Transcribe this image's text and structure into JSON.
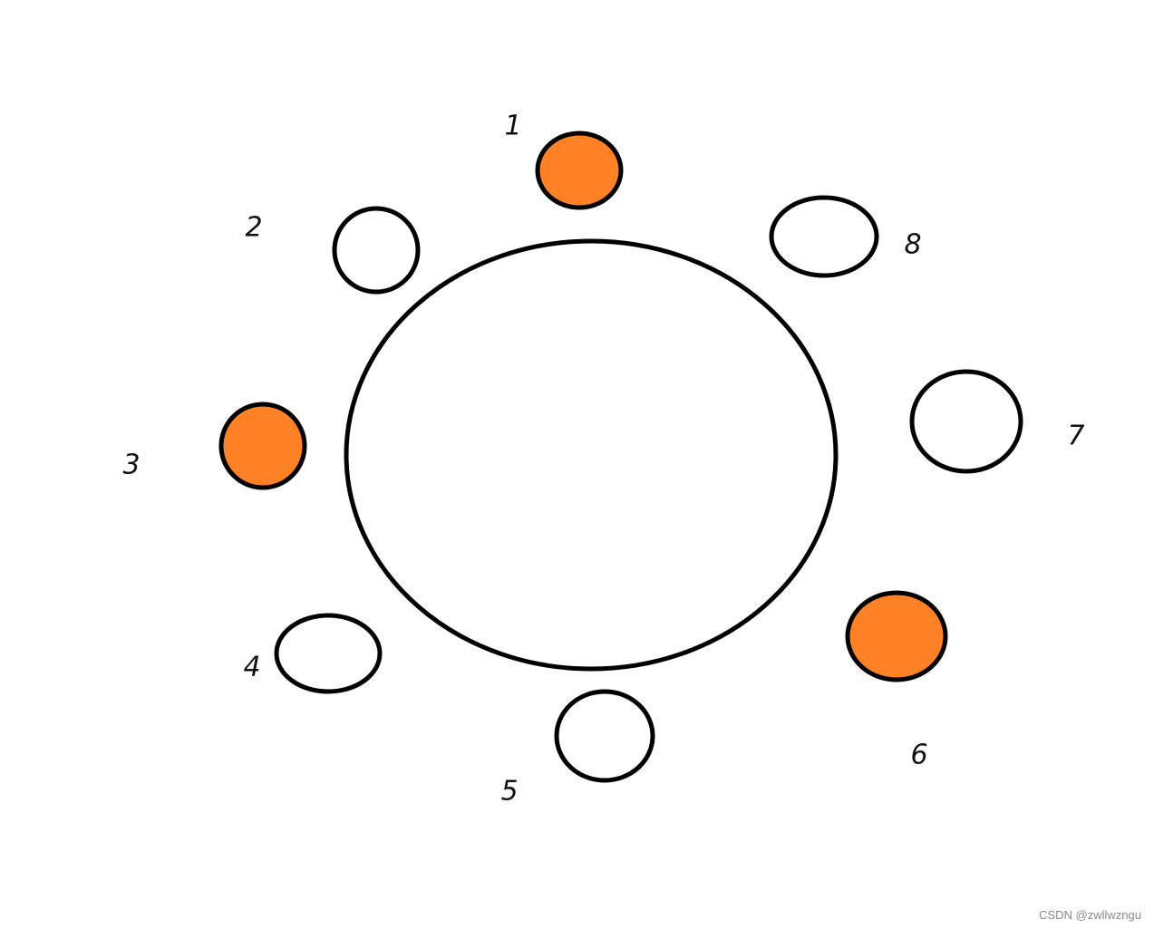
{
  "colors": {
    "stroke": "#000000",
    "empty_fill": "#ffffff",
    "highlight_fill": "#fe8126"
  },
  "table": {
    "shape": "large-ellipse"
  },
  "seats": [
    {
      "label": "1",
      "highlighted": true
    },
    {
      "label": "2",
      "highlighted": false
    },
    {
      "label": "3",
      "highlighted": true
    },
    {
      "label": "4",
      "highlighted": false
    },
    {
      "label": "5",
      "highlighted": false
    },
    {
      "label": "6",
      "highlighted": true
    },
    {
      "label": "7",
      "highlighted": false
    },
    {
      "label": "8",
      "highlighted": false
    }
  ],
  "watermark": "CSDN @zwllwzngu"
}
